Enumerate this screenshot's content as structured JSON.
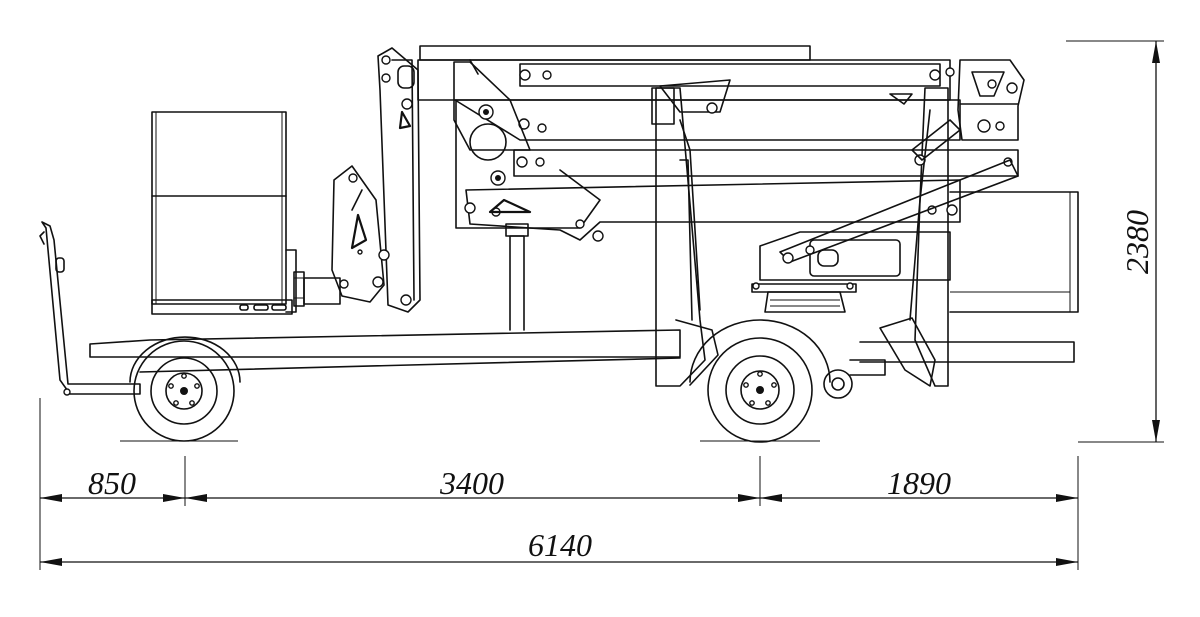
{
  "diagram": {
    "dimensions": {
      "front_overhang": "850",
      "wheelbase": "3400",
      "rear_overhang": "1890",
      "overall_length": "6140",
      "height": "2380"
    }
  }
}
